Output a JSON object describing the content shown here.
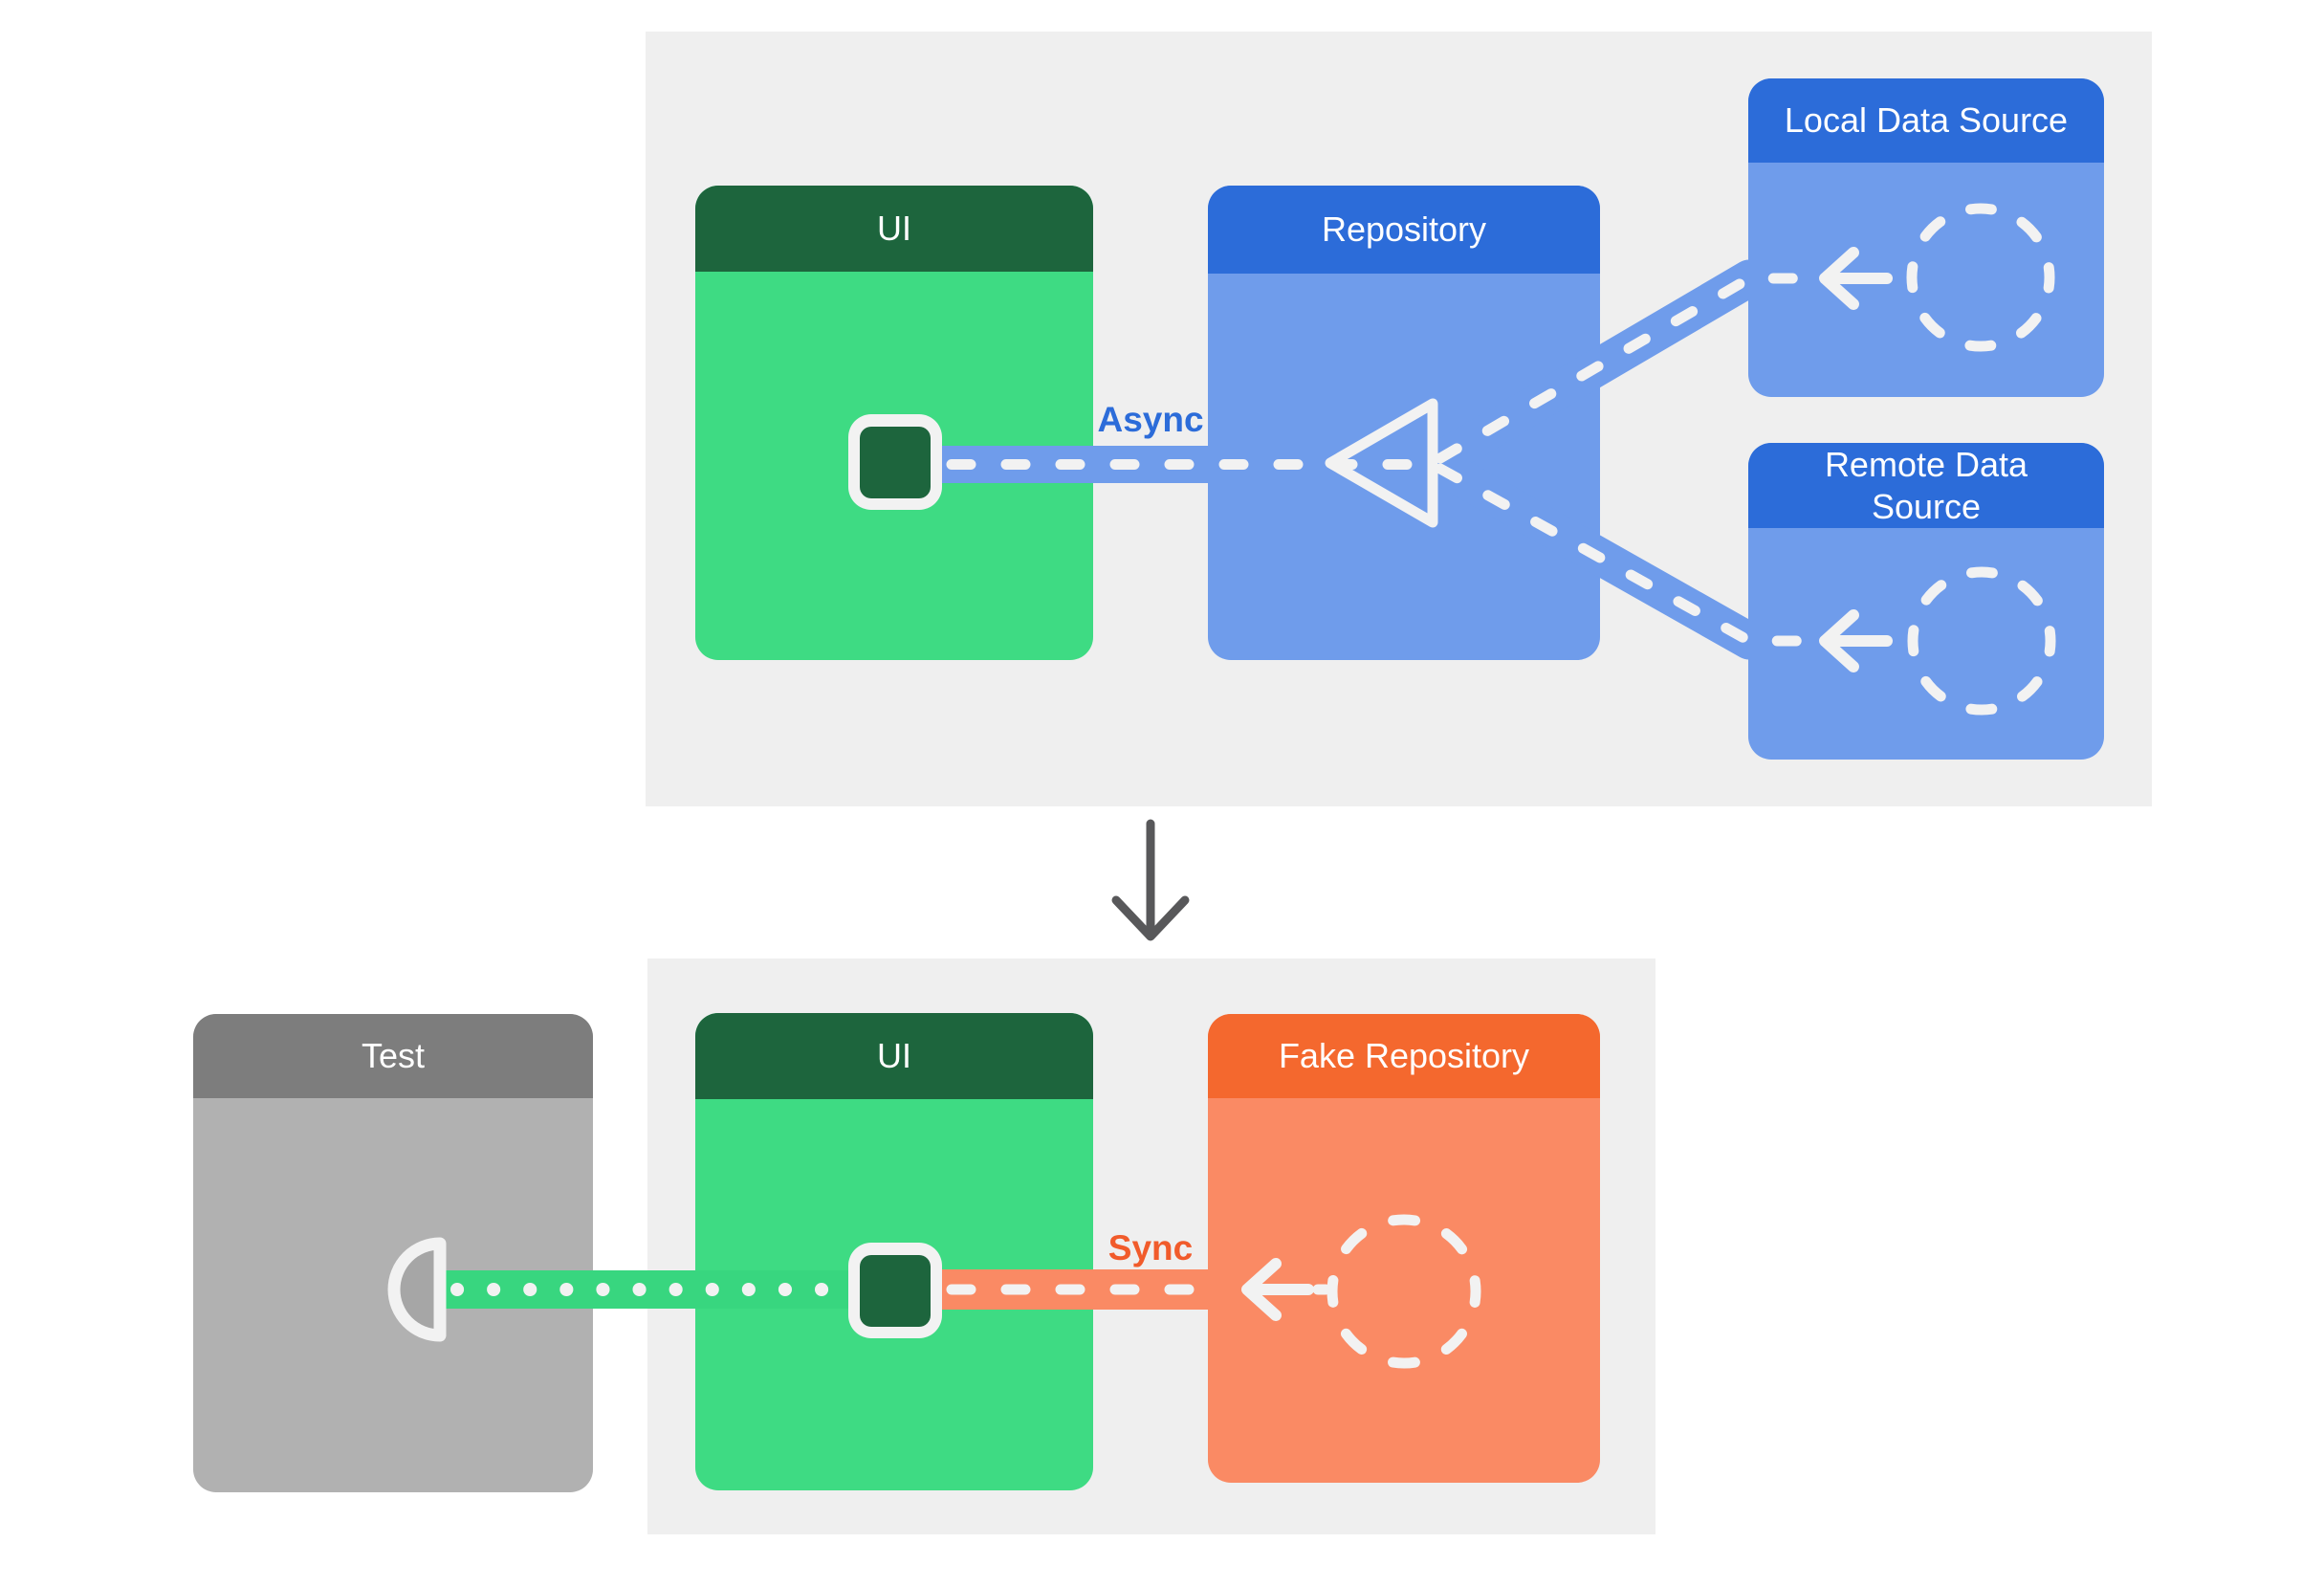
{
  "top_panel": {
    "ui_title": "UI",
    "repository_title": "Repository",
    "local_data_source_title": "Local Data Source",
    "remote_data_source_title": "Remote Data Source",
    "connection_label": "Async"
  },
  "bottom_panel": {
    "test_title": "Test",
    "ui_title": "UI",
    "fake_repository_title": "Fake Repository",
    "connection_label": "Sync"
  },
  "icons": {
    "ui_state_square": "ui-state-square-icon",
    "data_source_circle": "dashed-circle-icon",
    "arrow_left": "arrow-left-icon",
    "triangle_arrowhead": "triangle-arrowhead-icon",
    "test_probe": "test-probe-icon",
    "down_arrow": "down-arrow-icon"
  },
  "colors": {
    "panel_background": "#efefef",
    "ui_header_green": "#1d653d",
    "ui_body_green": "#3edb83",
    "repository_header_blue": "#2c6cd9",
    "repository_body_blue": "#6f9ceb",
    "fake_repository_header_orange": "#f4682e",
    "fake_repository_body_orange": "#fa8a64",
    "test_header_gray": "#7d7d7d",
    "test_body_gray": "#b1b1b1",
    "async_label_blue": "#2c6cd9",
    "sync_label_orange": "#f15b2b",
    "connector_dash_white": "#f2f2f2",
    "green_connector": "#38d67f",
    "down_arrow_gray": "#58585a"
  }
}
